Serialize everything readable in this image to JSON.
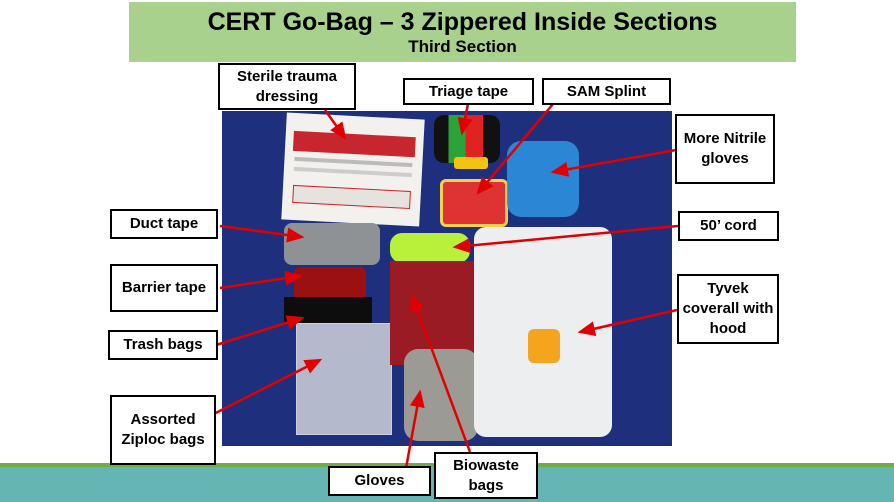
{
  "header": {
    "title": "CERT Go-Bag – 3 Zippered Inside Sections",
    "subtitle": "Third Section"
  },
  "labels": {
    "sterile": "Sterile trauma dressing",
    "triage": "Triage tape",
    "sam": "SAM Splint",
    "nitrile": "More Nitrile gloves",
    "duct": "Duct tape",
    "cord": "50’ cord",
    "barrier": "Barrier tape",
    "tyvek": "Tyvek coverall with hood",
    "trash": "Trash bags",
    "ziploc": "Assorted Ziploc bags",
    "gloves": "Gloves",
    "biowaste": "Biowaste bags"
  },
  "colors": {
    "banner": "#a9d18e",
    "tarp": "#1d2f7d",
    "arrow": "#e00000",
    "footer": "#64b5b3"
  }
}
